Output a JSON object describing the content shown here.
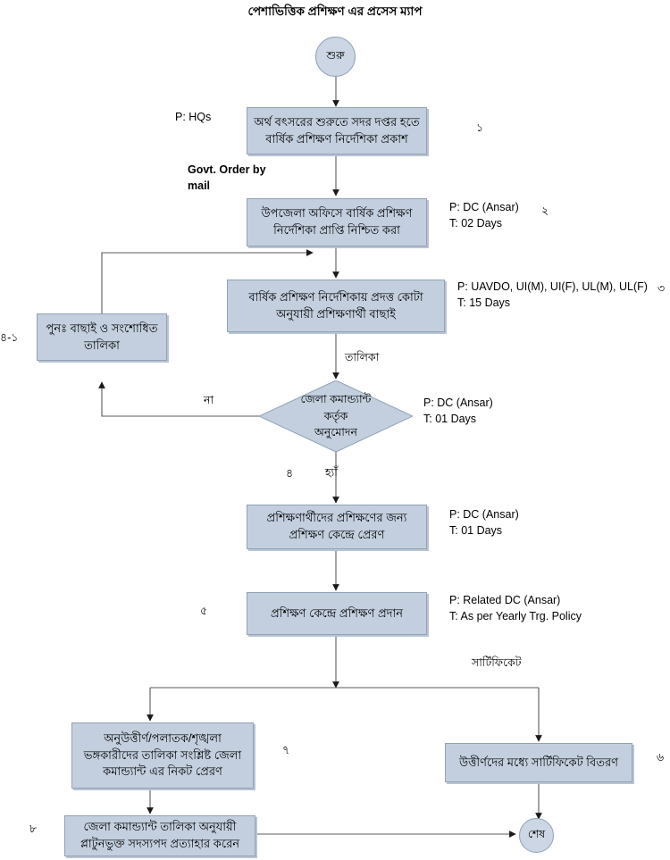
{
  "title": "পেশাভিত্তিক প্রশিক্ষণ এর প্রসেস ম্যাপ",
  "nodes": {
    "start": "শুরু",
    "end": "শেষ",
    "box1": "অর্থ বৎসরের শুরুতে সদর দপ্তর হতে বার্ষিক প্রশিক্ষণ নির্দেশিকা প্রকাশ",
    "box2": "উপজেলা অফিসে বার্ষিক প্রশিক্ষণ নির্দেশিকা প্রাপ্তি নিশ্চিত করা",
    "box3": "বার্ষিক প্রশিক্ষণ নির্দেশিকায় প্রদত্ত কোটা অনুযায়ী প্রশিক্ষণার্থী বাছাই",
    "box_rework": "পুনঃ  বাছাই ও সংশোধিত তালিকা",
    "decision": [
      "জেলা কমান্ড্যান্ট",
      "কর্তৃক",
      "অনুমোদন"
    ],
    "box5": "প্রশিক্ষণার্থীদের প্রশিক্ষণের জন্য প্রশিক্ষণ কেন্দ্রে প্রেরণ",
    "box6": "প্রশিক্ষণ কেন্দ্রে প্রশিক্ষণ প্রদান",
    "box7": "অনুউত্তীর্ণ/পলাতক/শৃঙ্খলা ভঙ্গকারীদের তালিকা সংশ্লিষ্ট  জেলা কমান্ড্যান্ট এর নিকট প্রেরণ",
    "box_cert": "উত্তীর্ণদের মধ্যে সার্টিফিকেট বিতরণ",
    "box8": "জেলা কমান্ড্যান্ট তালিকা অনুযায়ী প্লাটুনভুক্ত সদস্যপদ প্রত্যাহার করেন"
  },
  "annotations": {
    "a1": "P: HQs",
    "a2": "Govt. Order by\nmail",
    "a3": "P: DC (Ansar)\nT: 02 Days",
    "a4": "P: UAVDO, UI(M), UI(F), UL(M), UL(F)\nT: 15 Days",
    "a5": "P: DC (Ansar)\nT: 01 Days",
    "a6": "P: DC (Ansar)\nT: 01 Days",
    "a7": "P: Related DC (Ansar)\nT: As per Yearly Trg. Policy"
  },
  "edge_labels": {
    "list": "তালিকা",
    "no": "না",
    "yes": "হ্যাঁ",
    "certificate": "সার্টিফিকেট"
  },
  "step_numbers": {
    "n1": "১",
    "n2": "২",
    "n3": "৩",
    "n4": "৪",
    "n41": "৪-১",
    "n5": "৫",
    "n6": "৬",
    "n7": "৭",
    "n8": "৮"
  },
  "colors": {
    "node_fill": "#c3cfdf",
    "node_stroke": "#8fa2b6",
    "terminator_fill": "#ccd6e4",
    "edge_stroke": "#595959",
    "background": "#ffffff"
  }
}
